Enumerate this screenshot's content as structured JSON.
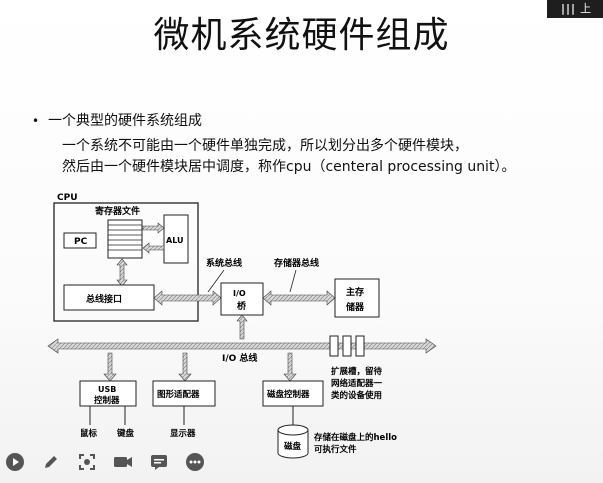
{
  "window": {
    "corner_button": "上"
  },
  "slide": {
    "title": "微机系统硬件组成",
    "bullet": "一个典型的硬件系统组成",
    "desc_line1": "一个系统不可能由一个硬件单独完成，所以划分出多个硬件模块，",
    "desc_line2": "然后由一个硬件模块居中调度，称作cpu（centeral processing unit）。"
  },
  "diagram": {
    "cpu": "CPU",
    "register_file": "寄存器文件",
    "pc": "PC",
    "alu": "ALU",
    "system_bus": "系统总线",
    "memory_bus": "存储器总线",
    "bus_interface": "总线接口",
    "io_bridge_line1": "I/O",
    "io_bridge_line2": "桥",
    "main_memory_line1": "主存",
    "main_memory_line2": "储器",
    "io_bus": "I/O 总线",
    "expansion_line1": "扩展槽，留待",
    "expansion_line2": "网络适配器一",
    "expansion_line3": "类的设备使用",
    "usb_line1": "USB",
    "usb_line2": "控制器",
    "graphics_adapter": "图形适配器",
    "disk_controller": "磁盘控制器",
    "mouse": "鼠标",
    "keyboard": "键盘",
    "display": "显示器",
    "disk": "磁盘",
    "disk_note_line1": "存储在磁盘上的hello",
    "disk_note_line2": "可执行文件"
  },
  "toolbar": {
    "icons": [
      "play-icon",
      "pen-icon",
      "screenshot-icon",
      "camera-icon",
      "caption-icon",
      "more-icon"
    ]
  }
}
